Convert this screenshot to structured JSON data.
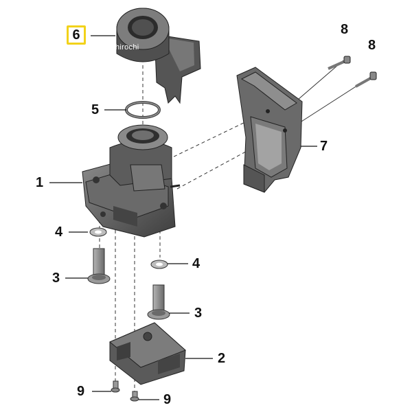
{
  "watermark": "hirochi",
  "callouts": {
    "c1": "1",
    "c2": "2",
    "c3a": "3",
    "c3b": "3",
    "c4a": "4",
    "c4b": "4",
    "c5": "5",
    "c6": "6",
    "c7": "7",
    "c8a": "8",
    "c8b": "8",
    "c9a": "9",
    "c9b": "9"
  },
  "colors": {
    "part_dark": "#4a4a4a",
    "part_mid": "#6b6b6b",
    "part_light": "#9a9a9a",
    "line": "#222222",
    "highlight": "#f2d21a"
  }
}
